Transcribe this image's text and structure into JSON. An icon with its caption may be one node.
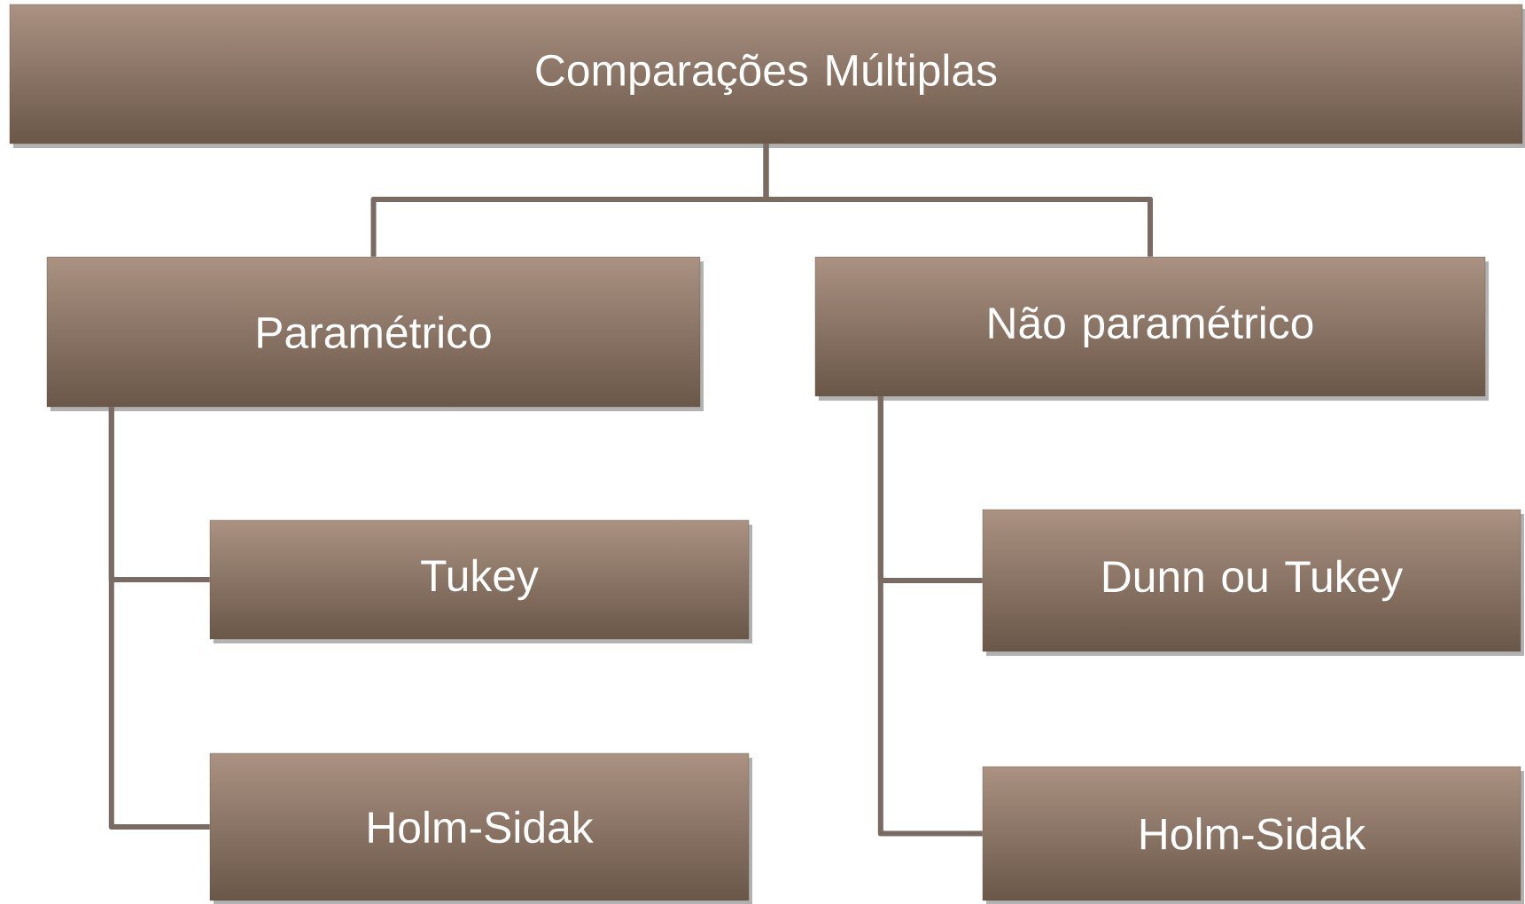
{
  "diagram": {
    "nodes": [
      {
        "text": [
          "Comparações Múltiplas"
        ]
      },
      {
        "text": [
          "Paramétrico"
        ]
      },
      {
        "text": [
          "Não paramétrico"
        ]
      },
      {
        "text": [
          "Tukey"
        ]
      },
      {
        "text": [
          "Holm-Sidak"
        ]
      },
      {
        "text": [
          "Dunn ou Tukey"
        ]
      },
      {
        "text": [
          "Holm-Sidak"
        ]
      }
    ],
    "edges": [
      {
        "from": 0,
        "to": 1,
        "arrow": "none"
      },
      {
        "from": 0,
        "to": 2,
        "arrow": "none"
      },
      {
        "from": 1,
        "to": 3,
        "arrow": "none"
      },
      {
        "from": 1,
        "to": 4,
        "arrow": "none"
      },
      {
        "from": 2,
        "to": 5,
        "arrow": "none"
      },
      {
        "from": 2,
        "to": 6,
        "arrow": "none"
      }
    ]
  }
}
